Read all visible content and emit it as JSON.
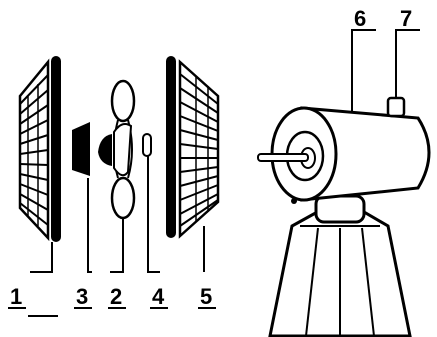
{
  "labels": {
    "rear_guard": "1",
    "blade": "2",
    "spinner": "3",
    "blade_cap": "4",
    "front_guard": "5",
    "motor_housing": "6",
    "guard_mount": "7"
  }
}
